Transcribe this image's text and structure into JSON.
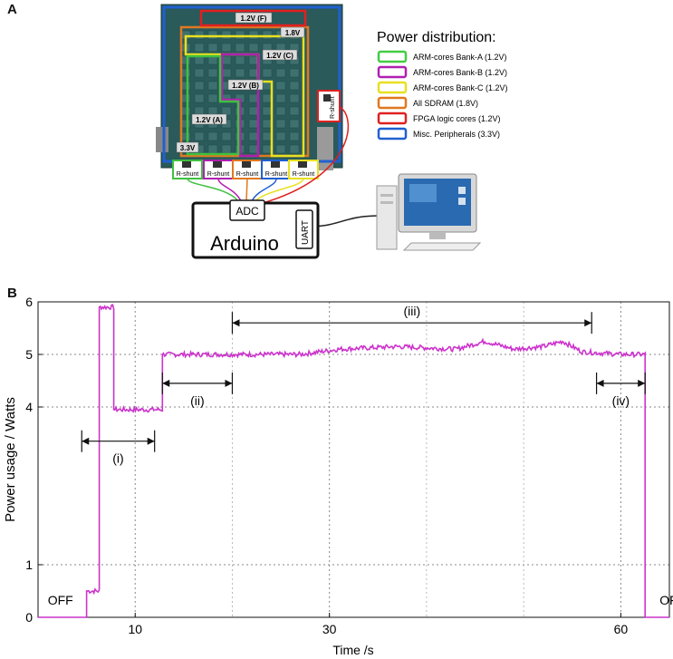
{
  "panels": {
    "a_label": "A",
    "b_label": "B"
  },
  "board": {
    "regions": [
      {
        "label": "1.2V (F)",
        "color": "#e02020"
      },
      {
        "label": "1.8V",
        "color": "#e07820"
      },
      {
        "label": "1.2V (C)",
        "color": "#e8e020"
      },
      {
        "label": "1.2V (B)",
        "color": "#b020b0"
      },
      {
        "label": "1.2V (A)",
        "color": "#40c040"
      },
      {
        "label": "3.3V",
        "color": "#2060d0"
      }
    ],
    "shunts": [
      "R-shunt",
      "R-shunt",
      "R-shunt",
      "R-shunt",
      "R-shunt"
    ],
    "side_shunt": "R-shunt",
    "adc_label": "ADC",
    "uart_label": "UART",
    "arduino_label": "Arduino"
  },
  "legend": {
    "title": "Power distribution:",
    "items": [
      {
        "label": "ARM-cores Bank-A (1.2V)",
        "color": "#44cc44"
      },
      {
        "label": "ARM-cores Bank-B (1.2V)",
        "color": "#b020b0"
      },
      {
        "label": "ARM-cores Bank-C (1.2V)",
        "color": "#e8e020"
      },
      {
        "label": "All SDRAM (1.8V)",
        "color": "#e07820"
      },
      {
        "label": "FPGA logic cores (1.2V)",
        "color": "#e02020"
      },
      {
        "label": "Misc. Peripherals (3.3V)",
        "color": "#2060d0"
      }
    ]
  },
  "chart_data": {
    "type": "line",
    "xlabel": "Time /s",
    "ylabel": "Power usage  / Watts",
    "xlim": [
      0,
      65
    ],
    "ylim": [
      0,
      6
    ],
    "xticks": [
      10,
      30,
      60
    ],
    "yticks": [
      0,
      1,
      4,
      5,
      6
    ],
    "color": "#cc33cc",
    "series": [
      {
        "x": [
          0,
          5,
          5,
          6.3,
          6.3,
          7.8,
          7.8,
          12.8,
          12.8,
          20,
          27,
          31,
          37,
          43,
          46,
          49,
          52,
          54,
          56,
          60,
          62.5,
          62.5,
          65
        ],
        "y": [
          0,
          0,
          0.5,
          0.5,
          5.9,
          5.9,
          3.95,
          3.95,
          5.0,
          5.0,
          5.0,
          5.1,
          5.15,
          5.1,
          5.25,
          5.1,
          5.15,
          5.25,
          5.05,
          5.0,
          5.0,
          0,
          0
        ]
      }
    ],
    "annotations": [
      {
        "text": "(i)",
        "x1": 4.5,
        "x2": 12.0,
        "y": 3.35
      },
      {
        "text": "(ii)",
        "x1": 12.8,
        "x2": 20.0,
        "y": 4.45
      },
      {
        "text": "(iii)",
        "x1": 20.0,
        "x2": 57.0,
        "y": 5.6
      },
      {
        "text": "(iv)",
        "x1": 57.5,
        "x2": 62.5,
        "y": 4.45
      }
    ],
    "state_labels": [
      {
        "text": "OFF",
        "x": 1.0
      },
      {
        "text": "OFF",
        "x": 64.0
      }
    ]
  }
}
